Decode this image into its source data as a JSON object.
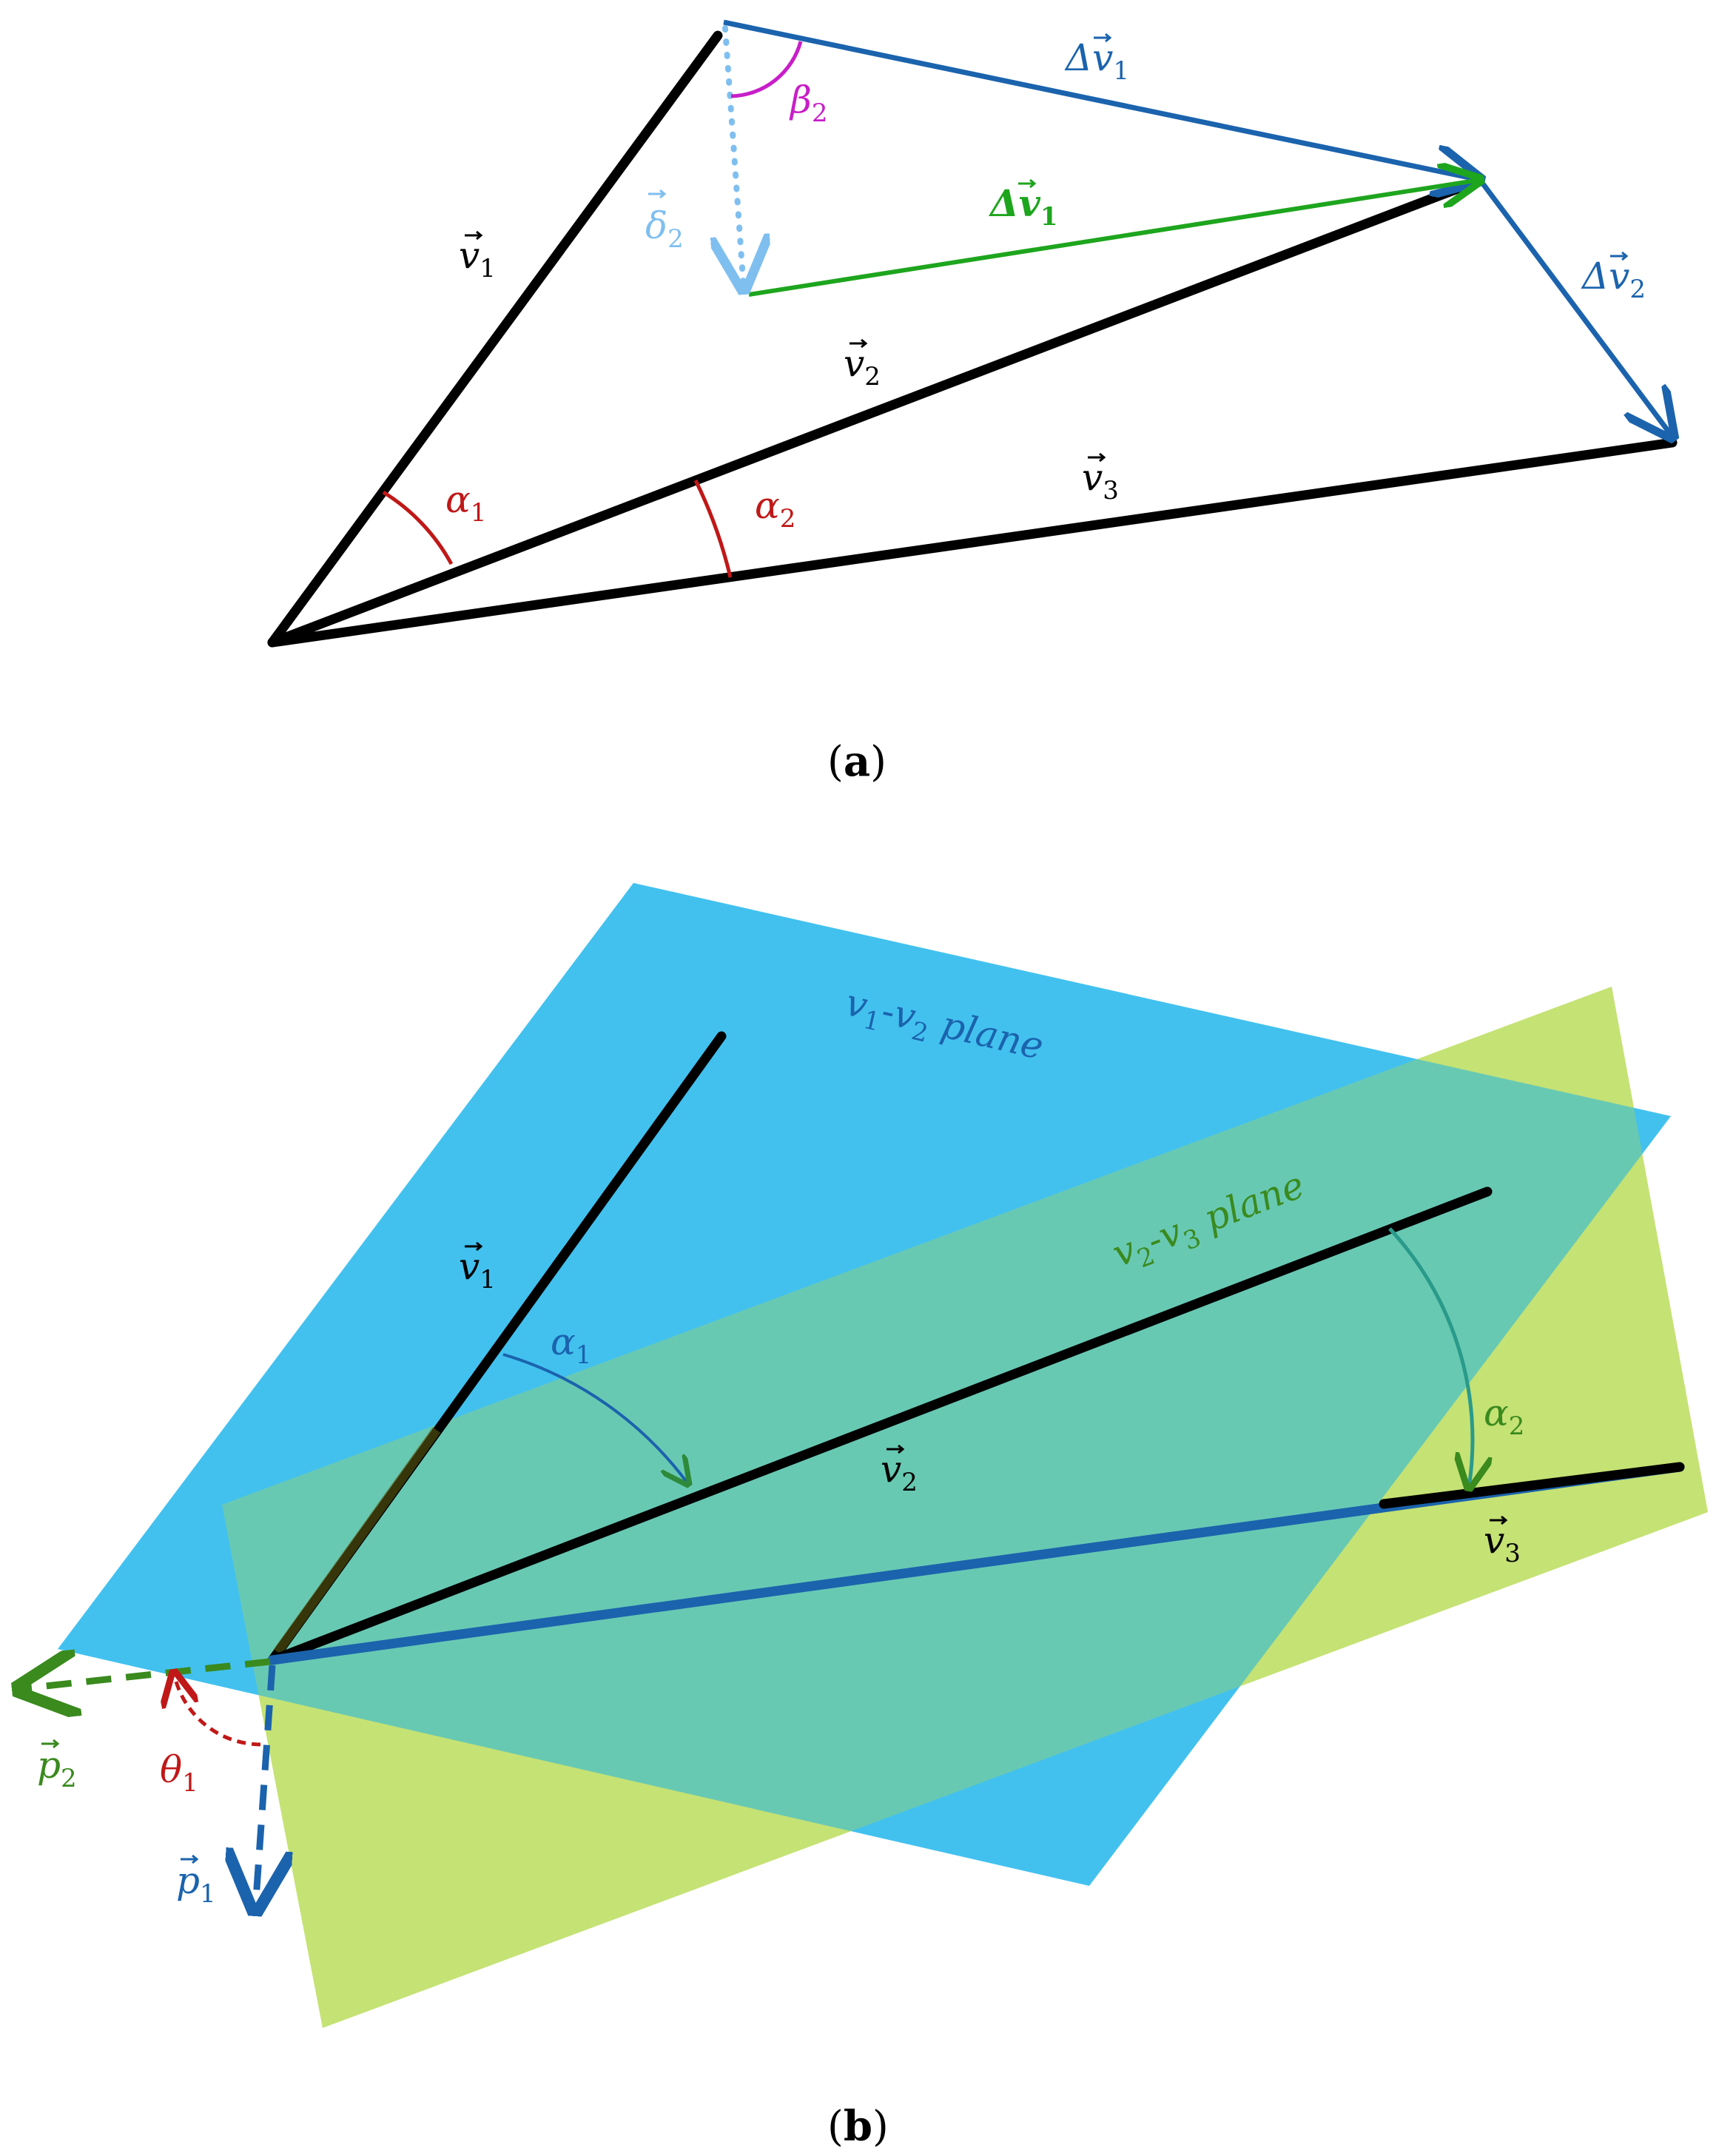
{
  "colors": {
    "black": "#000000",
    "dark_blue": "#1b63ad",
    "light_blue": "#7fbff0",
    "green": "#1ea51e",
    "red": "#c01818",
    "magenta": "#c81ec8",
    "plane_blue": "#2ebaed",
    "plane_green": "#b9dc5a",
    "dark_green": "#3a8a1e"
  },
  "panel_a": {
    "caption": {
      "open": "(",
      "letter": "a",
      "close": ")"
    },
    "labels": {
      "v1": {
        "base": "v",
        "sub": "1"
      },
      "v2": {
        "base": "v",
        "sub": "2"
      },
      "v3": {
        "base": "v",
        "sub": "3"
      },
      "dv1": {
        "base": "Δv",
        "sub": "1"
      },
      "dv2": {
        "base": "Δv",
        "sub": "2"
      },
      "ddv1": {
        "base": "Δv",
        "sub": "1"
      },
      "delta2": {
        "base": "δ",
        "sub": "2"
      },
      "alpha1": {
        "base": "α",
        "sub": "1"
      },
      "alpha2": {
        "base": "α",
        "sub": "2"
      },
      "beta2": {
        "base": "β",
        "sub": "2"
      }
    }
  },
  "panel_b": {
    "caption": {
      "open": "(",
      "letter": "b",
      "close": ")"
    },
    "labels": {
      "plane12": {
        "v": "v",
        "s1": "1",
        "dash": "-",
        "v2": "v",
        "s2": "2",
        "word": " plane"
      },
      "plane23": {
        "v": "v",
        "s1": "2",
        "dash": "-",
        "v2": "v",
        "s2": "3",
        "word": " plane"
      },
      "v1": {
        "base": "v",
        "sub": "1"
      },
      "v2": {
        "base": "v",
        "sub": "2"
      },
      "v3": {
        "base": "v",
        "sub": "3"
      },
      "alpha1": {
        "base": "α",
        "sub": "1"
      },
      "alpha2": {
        "base": "α",
        "sub": "2"
      },
      "theta1": {
        "base": "θ",
        "sub": "1"
      },
      "p1": {
        "base": "p",
        "sub": "1"
      },
      "p2": {
        "base": "p",
        "sub": "2"
      }
    }
  }
}
